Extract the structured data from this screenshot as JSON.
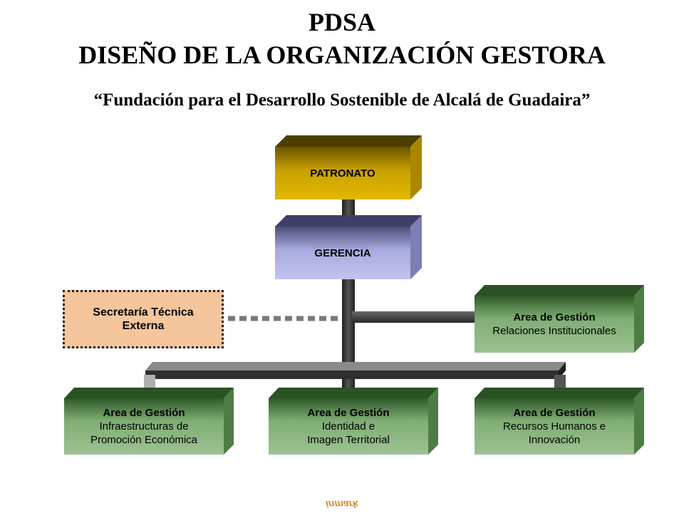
{
  "header": {
    "title_line1": "PDSA",
    "title_line2": "DISEÑO DE LA ORGANIZACIÓN GESTORA",
    "subtitle": "“Fundación para el Desarrollo Sostenible de Alcalá de Guadaira”"
  },
  "nodes": {
    "patronato": {
      "label": "PATRONATO"
    },
    "gerencia": {
      "label": "GERENCIA"
    },
    "secretaria": {
      "line1": "Secretaría Técnica",
      "line2": "Externa"
    },
    "relaciones": {
      "heading": "Area de Gestión",
      "line1": "Relaciones Institucionales"
    },
    "infraestructuras": {
      "heading": "Area de Gestión",
      "line1": "Infraestructuras de",
      "line2": "Promoción Económica"
    },
    "identidad": {
      "heading": "Area de Gestión",
      "line1": "Identidad e",
      "line2": "Imagen Territorial"
    },
    "recursos": {
      "heading": "Area de Gestión",
      "line1": "Recursos Humanos e",
      "line2": "Innovación"
    }
  },
  "footer": {
    "logo_text": "inmark"
  },
  "colors": {
    "patronato": "#c9a100",
    "gerencia": "#b3b4e6",
    "secretaria": "#f5c59c",
    "area": "#86b27b",
    "connector": "#3a3a3a"
  }
}
